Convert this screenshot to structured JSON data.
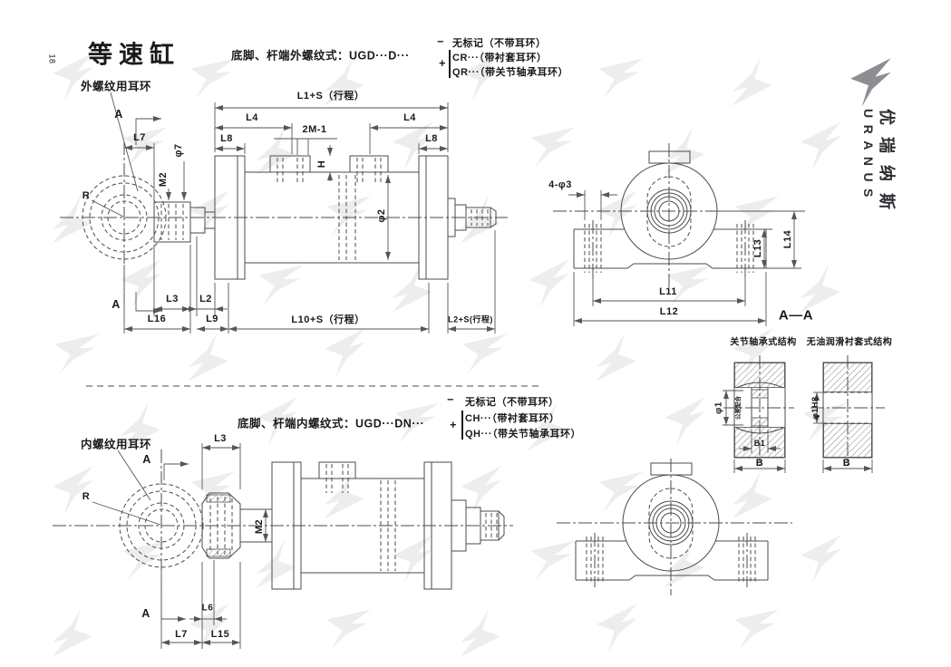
{
  "page": {
    "number": "18",
    "title": "等速缸"
  },
  "brand": {
    "name_cn": "优瑞纳斯",
    "name_en": "URANUS",
    "logo_color": "#8d8d92"
  },
  "top_variant": {
    "eyelet_label": "外螺纹用耳环",
    "spec": "底脚、杆端外螺纹式：UGD···D···",
    "minus": "−",
    "plus": "+",
    "option_none": "无标记（不带耳环）",
    "option_bushing": "CR···（带衬套耳环）",
    "option_bearing": "QR···（带关节轴承耳环）",
    "dims": {
      "stroke_total": "L1+S（行程）",
      "l4": "L4",
      "l8": "L8",
      "ports": "2M-1",
      "port_height": "H",
      "bore": "φ2",
      "l7": "L7",
      "rod_thread_dia": "φ7",
      "rod_thread": "M2",
      "radius": "R",
      "section_mark": "A",
      "l3": "L3",
      "l2": "L2",
      "l16": "L16",
      "l9": "L9",
      "l10_stroke": "L10+S（行程）",
      "l2_stroke": "L2+S(行程)"
    }
  },
  "pedestal": {
    "holes": "4-φ3",
    "l13": "L13",
    "l14": "L14",
    "l11": "L11",
    "l12": "L12",
    "section_label": "A—A"
  },
  "details": {
    "bearing_title": "关节轴承式结构",
    "bushing_title": "无油润滑衬套式结构",
    "phi1": "φ1",
    "fit_note": "公差配合",
    "b1": "B1",
    "b": "B",
    "phi1h8": "φ1H8"
  },
  "bottom_variant": {
    "eyelet_label": "内螺纹用耳环",
    "spec": "底脚、杆端内螺纹式：UGD···DN···",
    "minus": "−",
    "plus": "+",
    "option_none": "无标记（不带耳环）",
    "option_bushing": "CH···（带衬套耳环）",
    "option_bearing": "QH···（带关节轴承耳环）",
    "dims": {
      "l3": "L3",
      "rod_thread": "M2",
      "radius": "R",
      "section_mark": "A",
      "l6": "L6",
      "l7": "L7",
      "l15": "L15"
    }
  }
}
